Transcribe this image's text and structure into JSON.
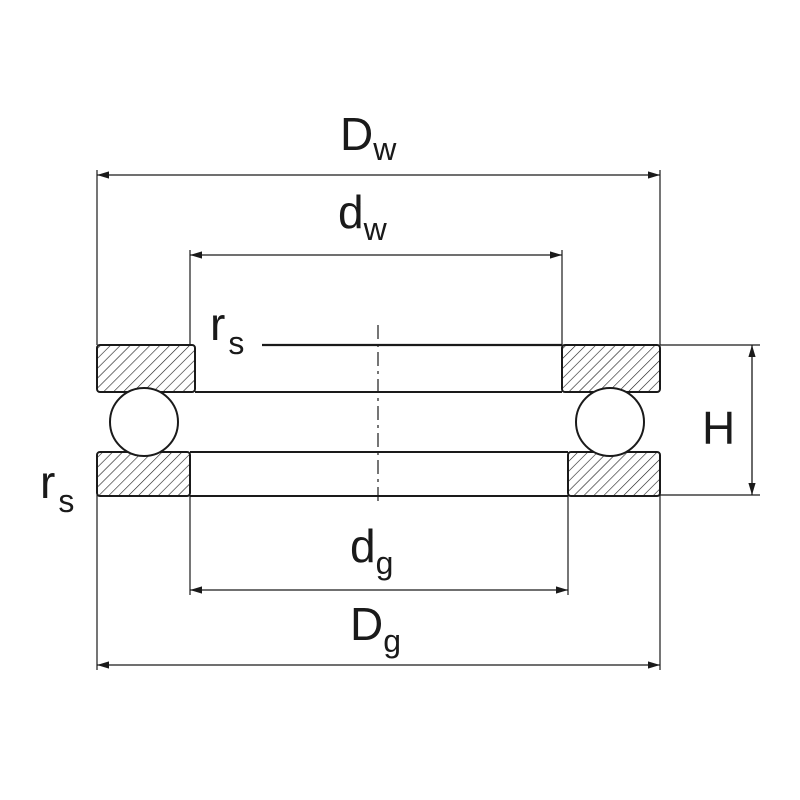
{
  "dimensions": {
    "outer_washer_diameter": {
      "main": "D",
      "sub": "w"
    },
    "inner_washer_diameter": {
      "main": "d",
      "sub": "w"
    },
    "housing_washer_bore": {
      "main": "d",
      "sub": "g"
    },
    "housing_washer_outer": {
      "main": "D",
      "sub": "g"
    },
    "height": {
      "main": "H"
    },
    "chamfer_upper": {
      "main": "r",
      "sub": "s"
    },
    "chamfer_lower": {
      "main": "r",
      "sub": "s"
    }
  },
  "colors": {
    "line": "#1a1a1a",
    "background": "#ffffff"
  }
}
